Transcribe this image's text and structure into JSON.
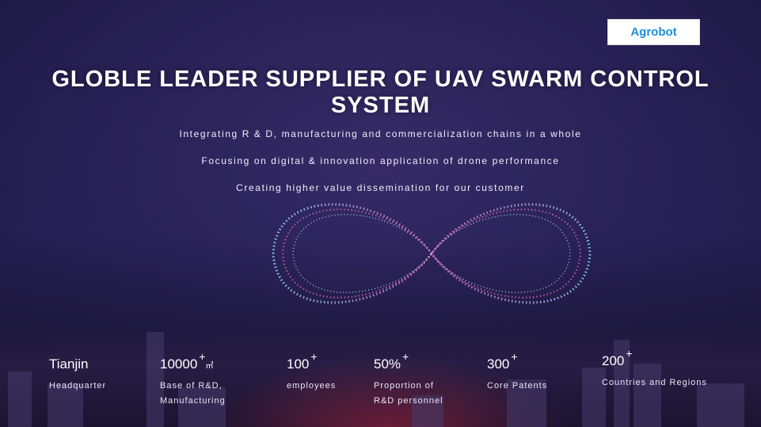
{
  "brand": {
    "label": "Agrobot"
  },
  "headline": "GLOBLE LEADER SUPPLIER OF UAV SWARM CONTROL SYSTEM",
  "taglines": [
    "Integrating R & D, manufacturing and commercialization chains in a whole",
    "Focusing on digital & innovation application of drone performance",
    "Creating higher value dissemination for our customer"
  ],
  "stats": [
    {
      "value": "Tianjin",
      "sup": "",
      "unit": "",
      "label1": "Headquarter",
      "label2": ""
    },
    {
      "value": "10000",
      "sup": "+",
      "unit": "㎡",
      "label1": "Base of R&D,",
      "label2": "Manufacturing"
    },
    {
      "value": "100",
      "sup": "+",
      "unit": "",
      "label1": "employees",
      "label2": ""
    },
    {
      "value": "50%",
      "sup": "+",
      "unit": "",
      "label1": "Proportion of",
      "label2": "R&D personnel"
    },
    {
      "value": "300",
      "sup": "+",
      "unit": "",
      "label1": "Core Patents",
      "label2": ""
    },
    {
      "value": "200",
      "sup": "+",
      "unit": "",
      "label1": "Countries and Regions",
      "label2": ""
    }
  ],
  "colors": {
    "brand_text": "#1a8fd6",
    "background": "#2a2257",
    "swarm_pink": "#e06ab8",
    "swarm_cyan": "#8fd9ff"
  }
}
